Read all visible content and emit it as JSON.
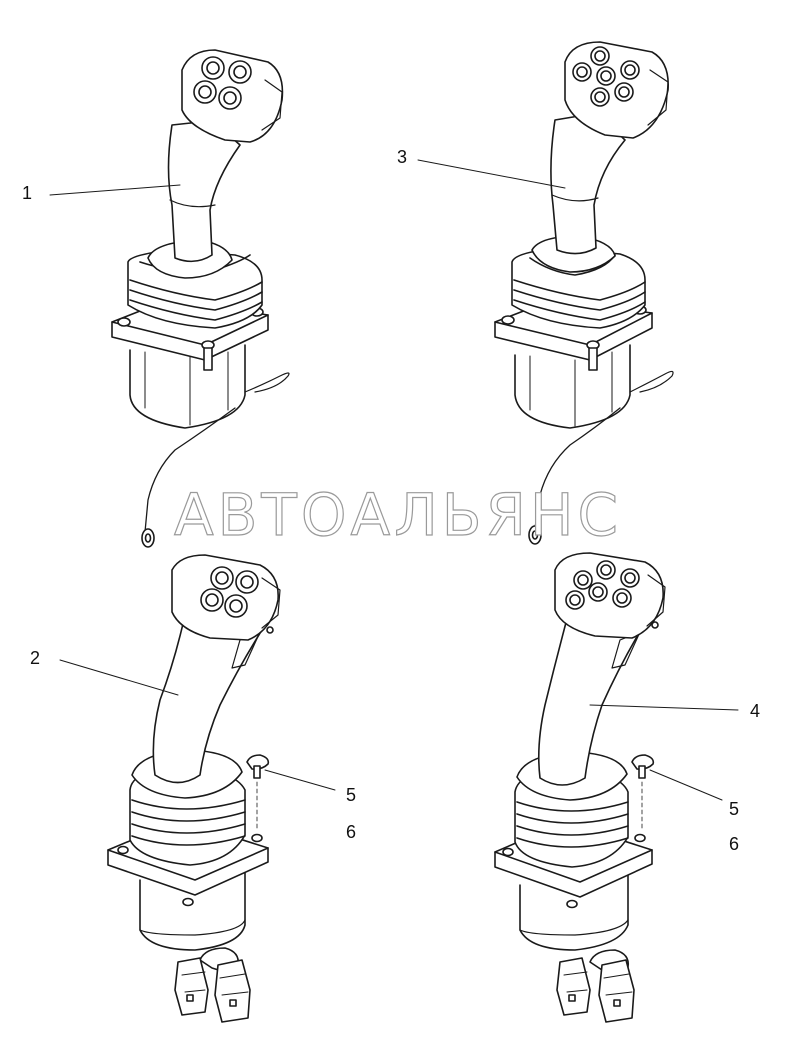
{
  "watermark": "АВТОАЛЬЯНС",
  "callouts": [
    {
      "id": "c1",
      "text": "1"
    },
    {
      "id": "c3",
      "text": "3"
    },
    {
      "id": "c2",
      "text": "2"
    },
    {
      "id": "c4",
      "text": "4"
    },
    {
      "id": "c5a",
      "text": "5"
    },
    {
      "id": "c6a",
      "text": "6"
    },
    {
      "id": "c5b",
      "text": "5"
    },
    {
      "id": "c6b",
      "text": "6"
    }
  ],
  "joysticks": [
    {
      "name": "joystick-1",
      "buttons": 4,
      "connector": "ring-terminal"
    },
    {
      "name": "joystick-3",
      "buttons": 6,
      "connector": "ring-terminal"
    },
    {
      "name": "joystick-2",
      "buttons": 4,
      "connector": "plug"
    },
    {
      "name": "joystick-4",
      "buttons": 6,
      "connector": "plug"
    }
  ],
  "colors": {
    "line": "#1a1a1a",
    "watermark_stroke": "#9a9a9a",
    "background": "#ffffff"
  }
}
